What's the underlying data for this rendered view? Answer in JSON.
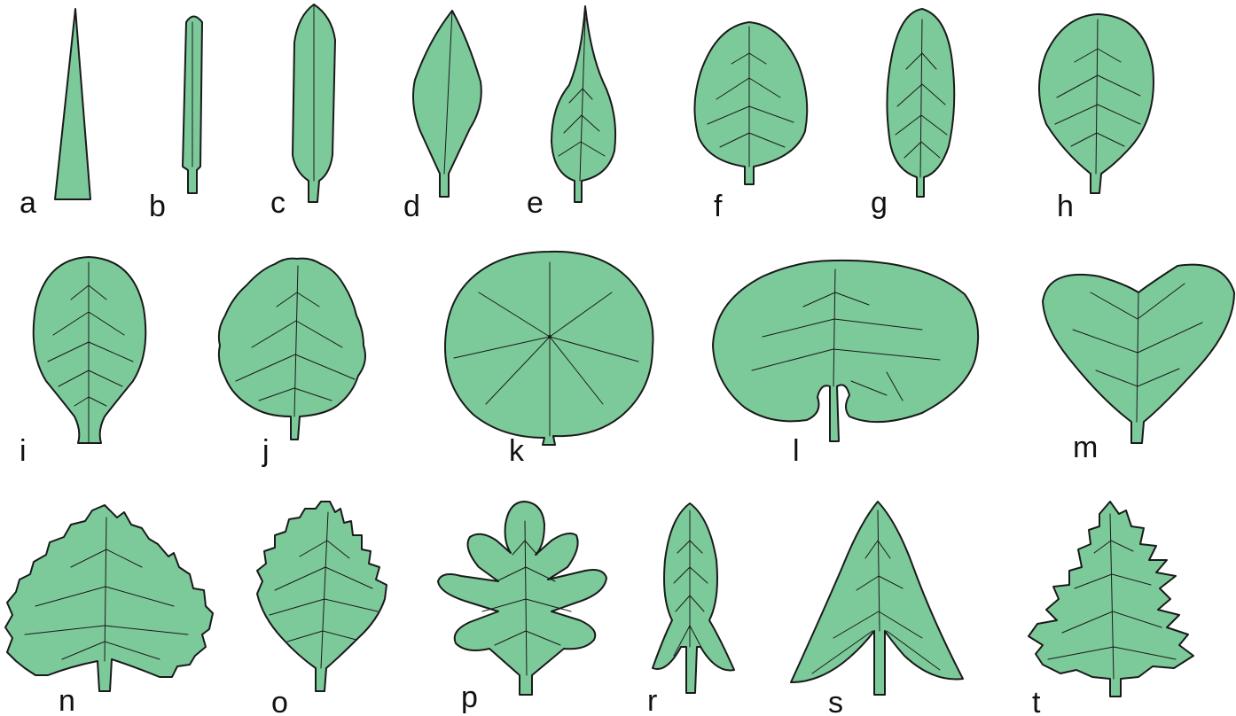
{
  "colors": {
    "leaf_fill": "#7cc99a",
    "leaf_stroke": "#1a1a1a",
    "background": "#ffffff"
  },
  "leaves": [
    {
      "id": "acicular",
      "label": "a"
    },
    {
      "id": "linear",
      "label": "b"
    },
    {
      "id": "oblong",
      "label": "c"
    },
    {
      "id": "lanceolate",
      "label": "d"
    },
    {
      "id": "oblanceolate",
      "label": "e"
    },
    {
      "id": "ovate",
      "label": "f"
    },
    {
      "id": "elliptic",
      "label": "g"
    },
    {
      "id": "obovate",
      "label": "h"
    },
    {
      "id": "spatulate",
      "label": "i"
    },
    {
      "id": "deltoid",
      "label": "j"
    },
    {
      "id": "orbicular",
      "label": "k"
    },
    {
      "id": "reniform",
      "label": "l"
    },
    {
      "id": "obcordate",
      "label": "m"
    },
    {
      "id": "cordate",
      "label": "n"
    },
    {
      "id": "serrate",
      "label": "o"
    },
    {
      "id": "pinnatifid",
      "label": "p"
    },
    {
      "id": "hastate",
      "label": "r"
    },
    {
      "id": "sagittate",
      "label": "s"
    },
    {
      "id": "lobed",
      "label": "t"
    }
  ]
}
